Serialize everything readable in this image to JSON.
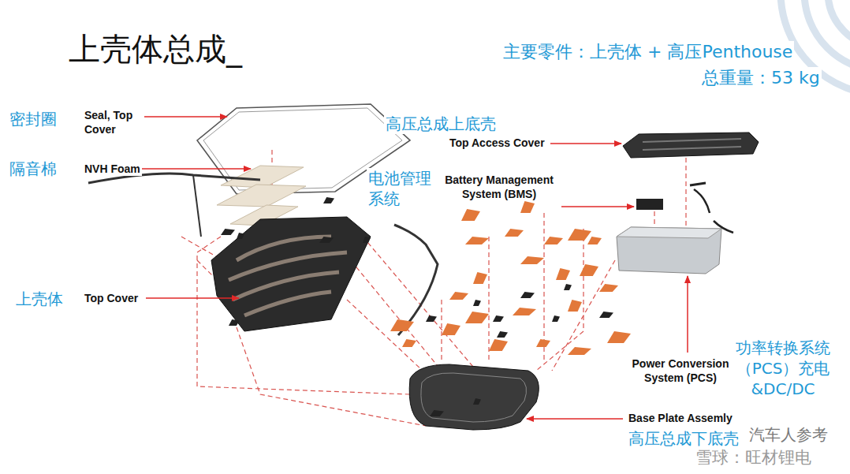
{
  "diagram": {
    "title": "上壳体总成_",
    "labels": [
      "主要零件：上壳体 + 高压Penthouse",
      "总重量：53 kg",
      "密封圈",
      "Seal, Top Cover",
      "隔音棉",
      "NVH Foam",
      "高压总成上底壳",
      "Top Access Cover",
      "电池管理系统",
      "Battery Management System (BMS)",
      "上壳体",
      "Top Cover",
      "功率转换系统（PCS）充电&DC/DC",
      "Power Conversion System (PCS)",
      "Base Plate Assemly",
      "高压总成下底壳",
      "汽车人参考",
      "雪球：旺材锂电"
    ]
  }
}
